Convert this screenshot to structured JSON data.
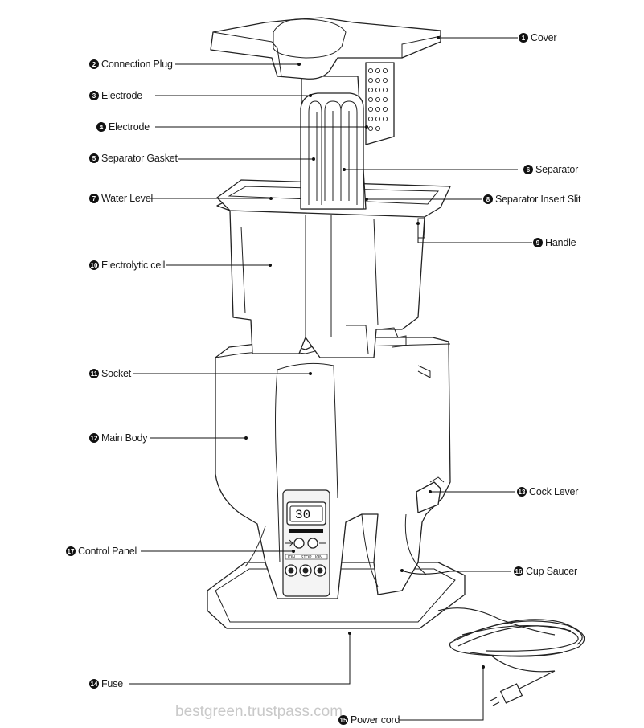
{
  "labels": [
    {
      "num": "1",
      "text": "Cover"
    },
    {
      "num": "2",
      "text": "Connection Plug"
    },
    {
      "num": "3",
      "text": "Electrode"
    },
    {
      "num": "4",
      "text": "Electrode"
    },
    {
      "num": "5",
      "text": "Separator Gasket"
    },
    {
      "num": "6",
      "text": "Separator"
    },
    {
      "num": "7",
      "text": "Water Level"
    },
    {
      "num": "8",
      "text": "Separator Insert Slit"
    },
    {
      "num": "9",
      "text": "Handle"
    },
    {
      "num": "10",
      "text": "Electrolytic cell"
    },
    {
      "num": "11",
      "text": "Socket"
    },
    {
      "num": "12",
      "text": "Main Body"
    },
    {
      "num": "13",
      "text": "Cock Lever"
    },
    {
      "num": "14",
      "text": "Fuse"
    },
    {
      "num": "15",
      "text": "Power cord"
    },
    {
      "num": "16",
      "text": "Cup Saucer"
    },
    {
      "num": "17",
      "text": "Control Panel"
    }
  ],
  "control_panel": {
    "display": "30",
    "button_labels": [
      "ION",
      "STOP",
      "ION"
    ]
  },
  "watermark": "bestgreen.trustpass.com"
}
